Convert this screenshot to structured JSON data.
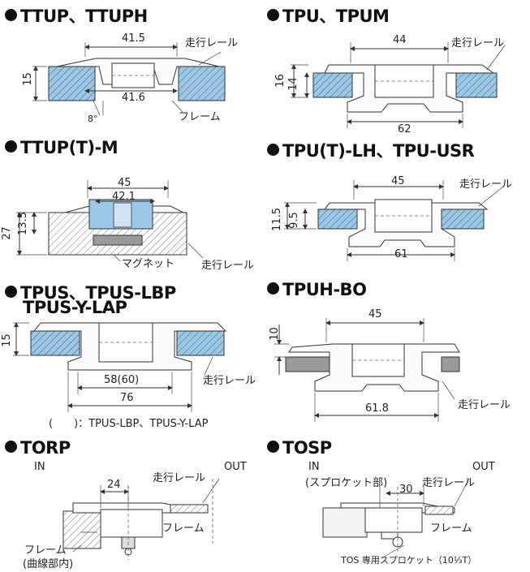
{
  "colors": {
    "rail_fill": "#9cc7e6",
    "grey": "#9a9a9a",
    "ink": "#222222"
  },
  "sections": {
    "ttup": {
      "title": "TTUP、TTUPH",
      "dim_top": "41.5",
      "dim_bottom": "41.6",
      "dim_height": "15",
      "dim_angle": "8°",
      "label_rail": "走行レール",
      "label_frame": "フレーム"
    },
    "tpu": {
      "title": "TPU、TPUM",
      "dim_top": "44",
      "dim_bottom": "62",
      "dim_h1": "16",
      "dim_h2": "14",
      "label_rail": "走行レール"
    },
    "ttupm": {
      "title": "TTUP(T)-M",
      "dim_top": "45",
      "dim_inner": "42.1",
      "dim_h1": "27",
      "dim_h2": "13.5",
      "label_magnet": "マグネット",
      "label_rail": "走行レール"
    },
    "tpult": {
      "title": "TPU(T)-LH、TPU-USR",
      "dim_top": "45",
      "dim_bottom": "61",
      "dim_h1": "11.5",
      "dim_h2": "9.5",
      "label_rail": "走行レール"
    },
    "tpus": {
      "title_line1": "TPUS、TPUS-LBP",
      "title_line2": "TPUS-Y-LAP",
      "dim_height": "15",
      "dim_mid": "58(60)",
      "dim_bottom": "76",
      "label_rail": "走行レール",
      "note": "(　　)：TPUS-LBP、TPUS-Y-LAP"
    },
    "tpuhbo": {
      "title": "TPUH-BO",
      "dim_top": "45",
      "dim_bottom": "61.8",
      "dim_h": "10",
      "label_rail": "走行レール"
    },
    "torp": {
      "title": "TORP",
      "label_in": "IN",
      "label_out": "OUT",
      "dim": "24",
      "label_rail": "走行レール",
      "label_frame": "フレーム",
      "label_frame_note": "フレーム",
      "label_curve": "(曲線部内)"
    },
    "tosp": {
      "title": "TOSP",
      "label_in": "IN",
      "label_in_sub": "(スプロケット部)",
      "label_out": "OUT",
      "dim": "30",
      "label_rail": "走行レール",
      "label_frame": "フレーム",
      "label_sprocket": "TOS 専用スプロケット（10⅓T）"
    }
  }
}
